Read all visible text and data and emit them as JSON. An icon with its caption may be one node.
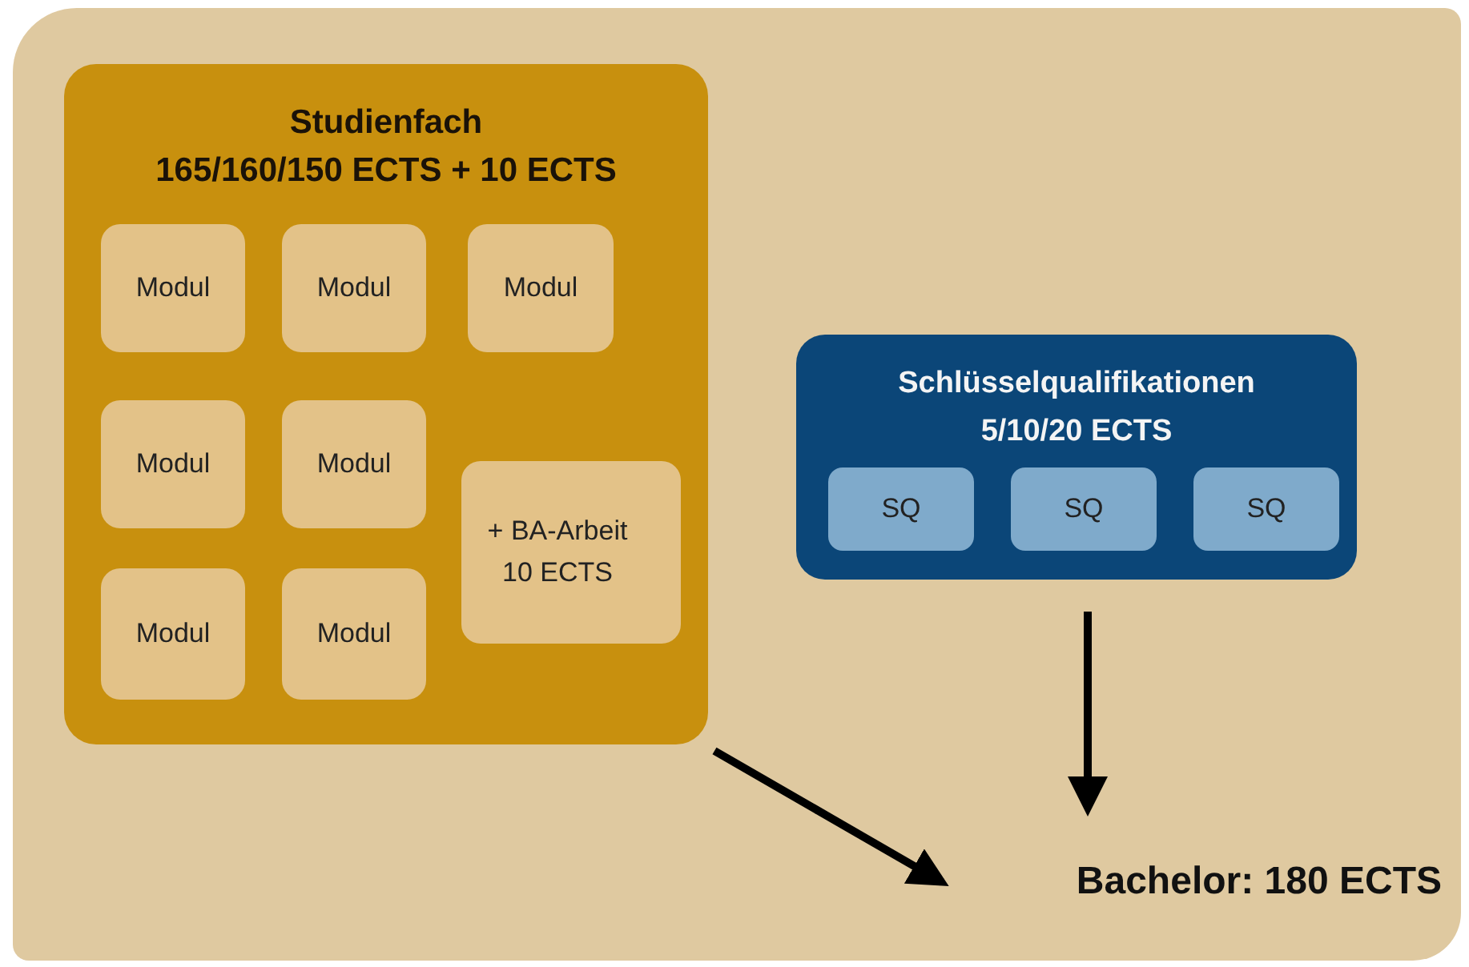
{
  "diagram": {
    "nodes": [
      {
        "text": [
          "Studienfach",
          "165/160/150 ECTS + 10 ECTS"
        ]
      },
      {
        "text": [
          "Modul"
        ],
        "in": 0
      },
      {
        "text": [
          "Modul"
        ],
        "in": 0
      },
      {
        "text": [
          "Modul"
        ],
        "in": 0
      },
      {
        "text": [
          "Modul"
        ],
        "in": 0
      },
      {
        "text": [
          "Modul"
        ],
        "in": 0
      },
      {
        "text": [
          "+ BA-Arbeit 10 ECTS"
        ],
        "in": 0
      },
      {
        "text": [
          "Modul"
        ],
        "in": 0
      },
      {
        "text": [
          "Modul"
        ],
        "in": 0
      },
      {
        "text": [
          "Schlüsselqualifikationen",
          "5/10/20 ECTS"
        ]
      },
      {
        "text": [
          "SQ"
        ],
        "in": 9
      },
      {
        "text": [
          "SQ"
        ],
        "in": 9
      },
      {
        "text": [
          "SQ"
        ],
        "in": 9
      },
      {
        "text": [
          "Bachelor: 180 ECTS"
        ]
      }
    ],
    "edges": [
      {
        "from": 0,
        "to": 13,
        "arrow": "to"
      },
      {
        "from": 9,
        "to": 13,
        "arrow": "to"
      }
    ]
  }
}
